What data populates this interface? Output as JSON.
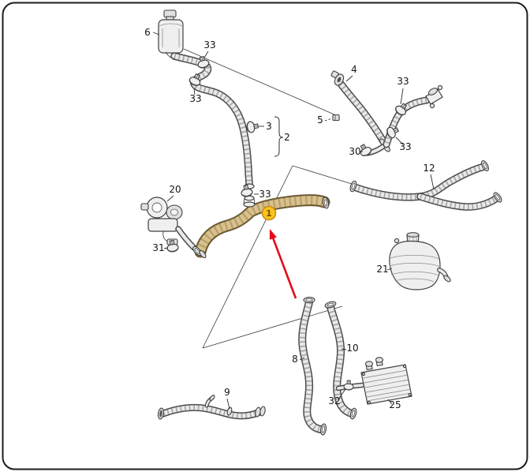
{
  "colors": {
    "highlight_fill": "#f6c51d",
    "highlight_stroke": "#cf8a12",
    "highlight_text": "#7a4a00",
    "arrow": "#e30b17",
    "part1_hose": "#d8c191"
  },
  "callouts": {
    "part1": "1",
    "part2": "2",
    "part3": "3",
    "part4": "4",
    "part5": "5",
    "part6": "6",
    "part8": "8",
    "part9": "9",
    "part10": "10",
    "part12": "12",
    "part20": "20",
    "part21": "21",
    "part25": "25",
    "part30": "30",
    "part31": "31",
    "part32": "32",
    "part33": "33"
  }
}
